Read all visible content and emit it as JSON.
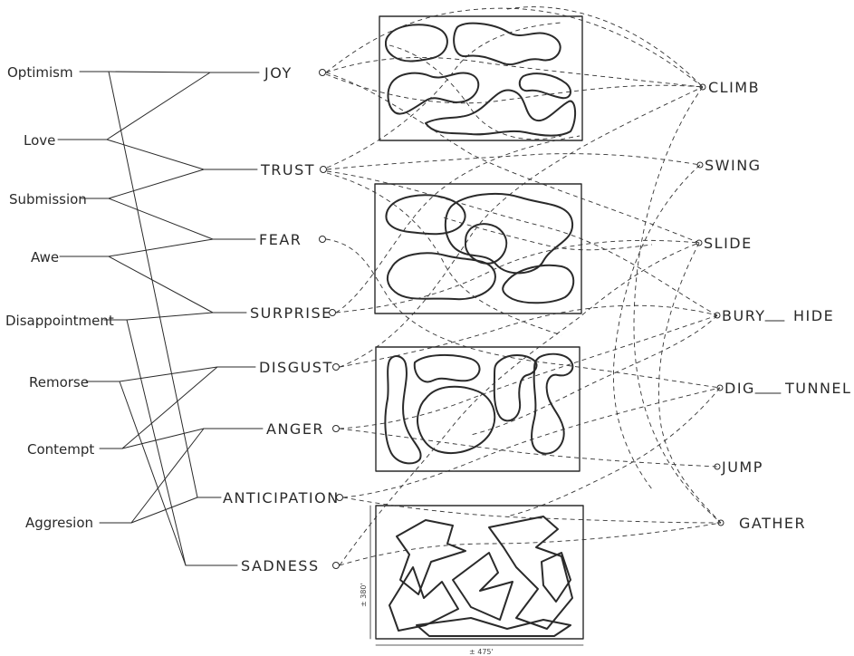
{
  "primary_emotions": [
    "Optimism",
    "Love",
    "Submission",
    "Awe",
    "Disappointment",
    "Remorse",
    "Contempt",
    "Aggresion"
  ],
  "basic_emotions": [
    "JOY",
    "TRUST",
    "FEAR",
    "SURPRISE",
    "DISGUST",
    "ANGER",
    "ANTICIPATION",
    "SADNESS"
  ],
  "actions": [
    {
      "verb": "CLIMB",
      "extra": ""
    },
    {
      "verb": "SWING",
      "extra": ""
    },
    {
      "verb": "SLIDE",
      "extra": ""
    },
    {
      "verb": "BURY",
      "extra": "HIDE"
    },
    {
      "verb": "DIG",
      "extra": "TUNNEL"
    },
    {
      "verb": "JUMP",
      "extra": ""
    },
    {
      "verb": "GATHER",
      "extra": ""
    }
  ],
  "dimensions": {
    "width": "± 475'",
    "height": "± 380'"
  }
}
